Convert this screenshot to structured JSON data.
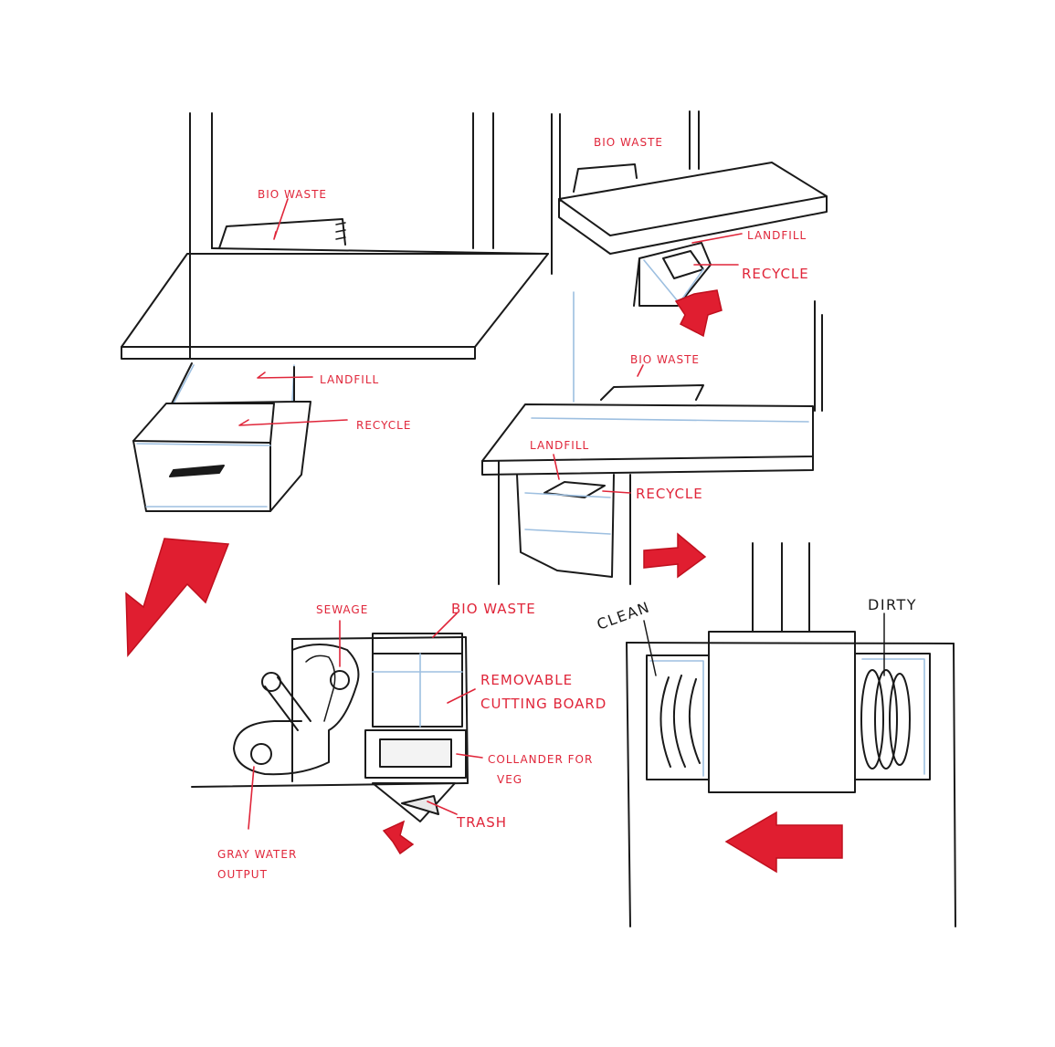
{
  "panel_a": {
    "bio_waste": "BIO WASTE",
    "landfill": "LANDFILL",
    "recycle": "RECYCLE"
  },
  "panel_b": {
    "bio_waste_top": "BIO WASTE",
    "landfill_top": "LANDFILL",
    "recycle_top": "RECYCLE",
    "bio_waste_bottom": "BIO WASTE",
    "landfill_bottom": "LANDFILL",
    "recycle_bottom": "RECYCLE"
  },
  "panel_c": {
    "sewage": "SEWAGE",
    "bio_waste": "BIO WASTE",
    "removable_line1": "REMOVABLE",
    "removable_line2": "CUTTING BOARD",
    "colander_line1": "COLLANDER FOR",
    "colander_line2": "VEG",
    "trash": "TRASH",
    "gray_line1": "GRAY WATER",
    "gray_line2": "OUTPUT"
  },
  "panel_d": {
    "clean": "CLEAN",
    "dirty": "DIRTY"
  },
  "colors": {
    "accent_red": "#e01e30",
    "sketch_blue": "#9dbfe0",
    "ink": "#1a1a1a"
  }
}
